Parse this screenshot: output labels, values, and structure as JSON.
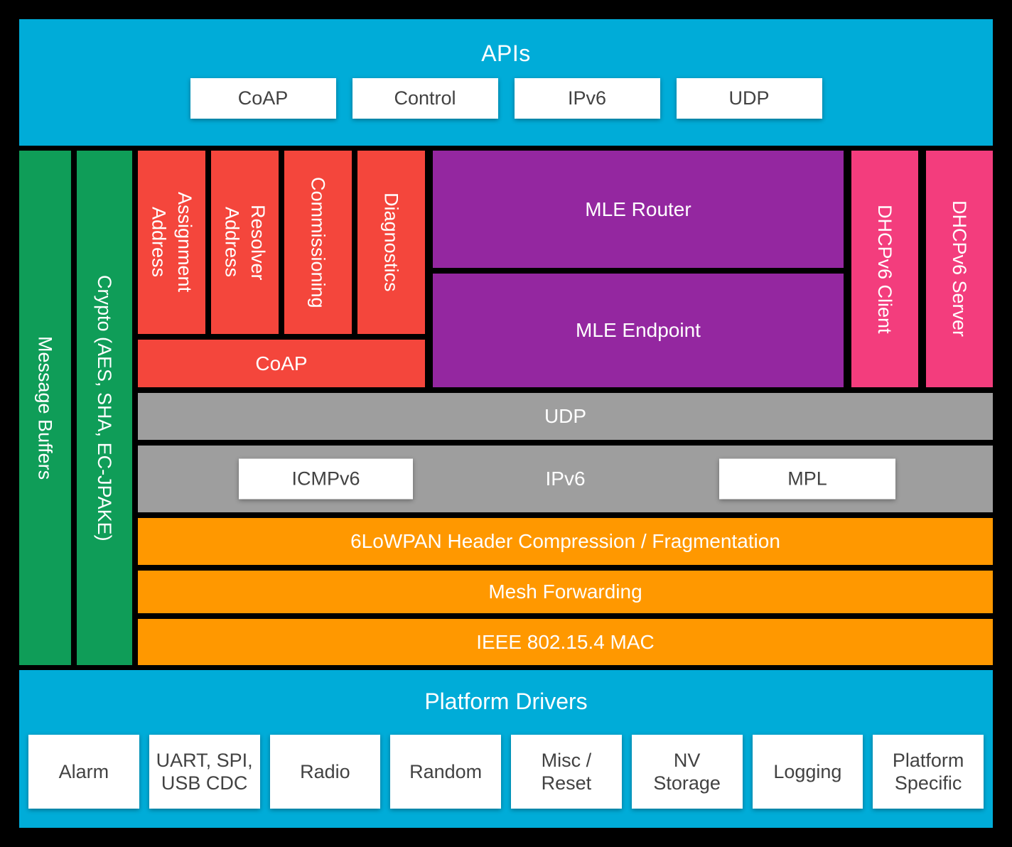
{
  "colors": {
    "background": "#000000",
    "cyan": "#00acd8",
    "green": "#0f9d58",
    "red": "#f4463c",
    "purple": "#9427a0",
    "pink": "#f33d7d",
    "gray": "#9e9e9e",
    "orange": "#ff9800",
    "white_box_text": "#424242"
  },
  "apis_band": {
    "title": "APIs",
    "boxes": [
      "CoAP",
      "Control",
      "IPv6",
      "UDP"
    ]
  },
  "sidebars": {
    "message_buffers": "Message Buffers",
    "crypto": "Crypto (AES, SHA, EC-JPAKE)"
  },
  "app_layer": {
    "address_assignment": "Address\nAssignment",
    "address_resolver": "Address\nResolver",
    "commissioning": "Commissioning",
    "diagnostics": "Diagnostics",
    "coap": "CoAP",
    "mle_router": "MLE Router",
    "mle_endpoint": "MLE Endpoint",
    "dhcpv6_client": "DHCPv6 Client",
    "dhcpv6_server": "DHCPv6 Server"
  },
  "transport": {
    "udp": "UDP"
  },
  "network": {
    "icmpv6": "ICMPv6",
    "ipv6": "IPv6",
    "mpl": "MPL"
  },
  "link": {
    "lowpan": "6LoWPAN Header Compression / Fragmentation",
    "mesh_forwarding": "Mesh Forwarding",
    "mac": "IEEE 802.15.4 MAC"
  },
  "platform_band": {
    "title": "Platform Drivers",
    "boxes": [
      "Alarm",
      "UART, SPI,\nUSB CDC",
      "Radio",
      "Random",
      "Misc /\nReset",
      "NV\nStorage",
      "Logging",
      "Platform\nSpecific"
    ]
  }
}
